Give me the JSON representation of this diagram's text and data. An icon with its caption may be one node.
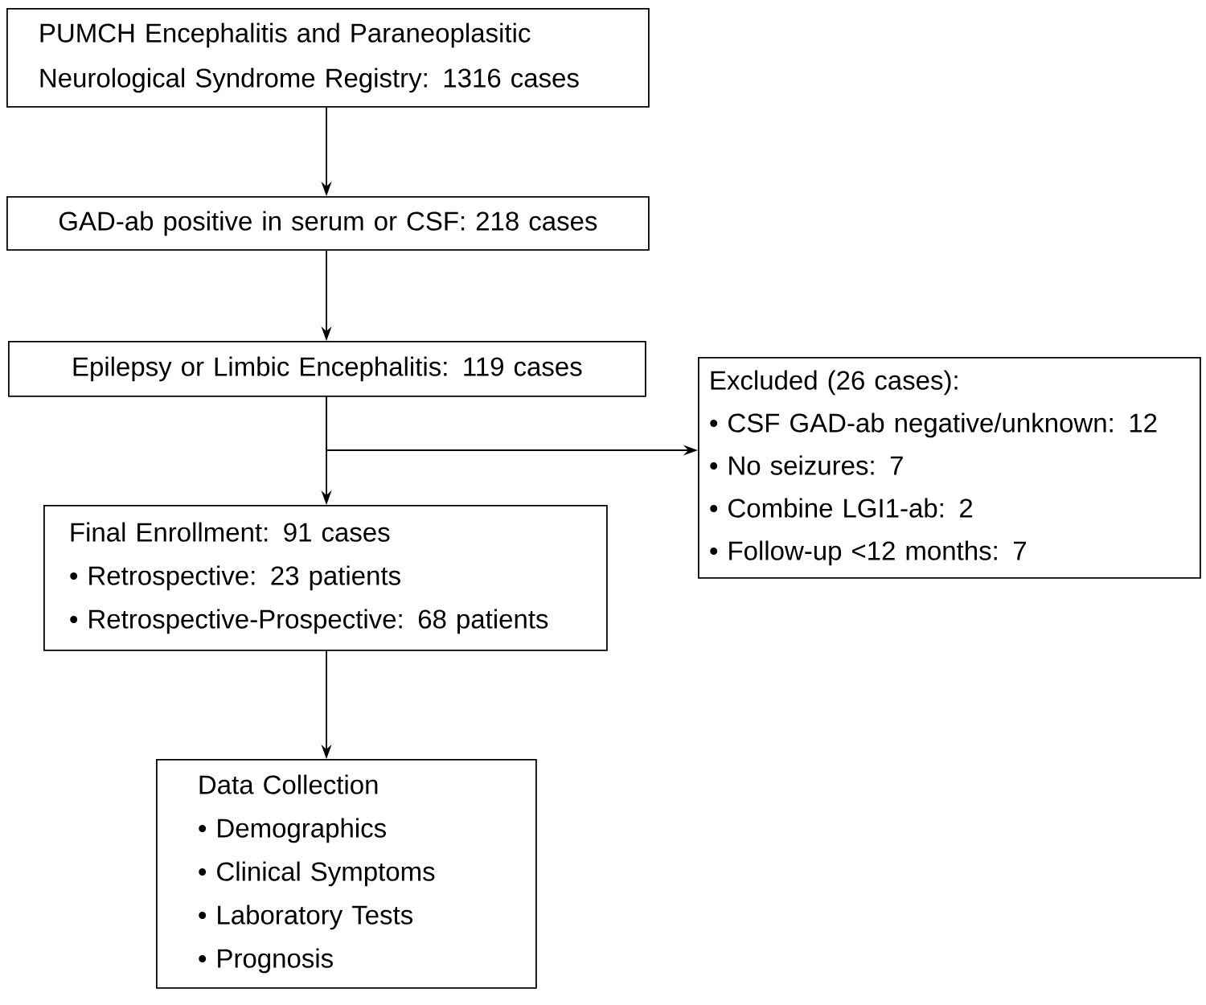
{
  "diagram": {
    "nodes": [
      {
        "text": [
          "PUMCH Encephalitis and Paraneoplasitic Neurological Syndrome Registry: 1316 cases"
        ]
      },
      {
        "text": [
          "GAD-ab positive in serum or CSF: 218 cases"
        ]
      },
      {
        "text": [
          "Epilepsy or Limbic Encephalitis: 119 cases"
        ]
      },
      {
        "text": [
          "Excluded (26 cases):",
          "• CSF GAD-ab negative/unknown: 12",
          "• No seizures: 7",
          "• Combine LGI1-ab: 2",
          "• Follow-up <12 months: 7"
        ]
      },
      {
        "text": [
          "Final Enrollment: 91 cases",
          "• Retrospective: 23 patients",
          "• Retrospective-Prospective: 68 patients"
        ]
      },
      {
        "text": [
          "Data Collection",
          "• Demographics",
          "• Clinical Symptoms",
          "• Laboratory Tests",
          "• Prognosis"
        ]
      }
    ],
    "edges": [
      {
        "from": 0,
        "to": 1,
        "arrow": "to"
      },
      {
        "from": 1,
        "to": 2,
        "arrow": "to"
      },
      {
        "from": 2,
        "to": 4,
        "arrow": "to"
      },
      {
        "from": 2,
        "to": 3,
        "arrow": "to"
      },
      {
        "from": 4,
        "to": 5,
        "arrow": "to"
      }
    ]
  }
}
